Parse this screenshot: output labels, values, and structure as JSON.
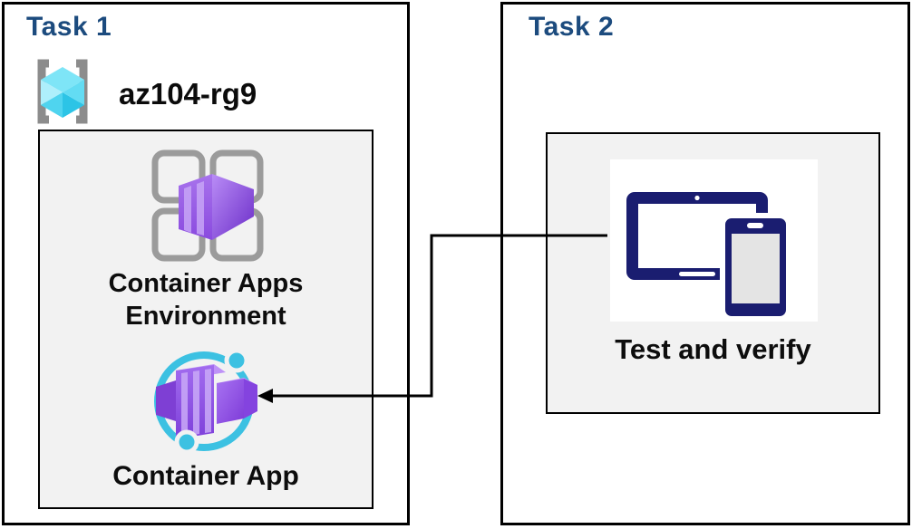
{
  "diagram": {
    "task1": {
      "title": "Task 1",
      "resource_group_name": "az104-rg9",
      "environment_label_line1": "Container Apps",
      "environment_label_line2": "Environment",
      "app_label": "Container App"
    },
    "task2": {
      "title": "Task 2",
      "test_label": "Test and verify"
    },
    "connector": {
      "from": "test-and-verify-devices-icon",
      "to": "container-app-icon",
      "style": "right-angle polyline with left-pointing arrowhead"
    }
  },
  "icons": {
    "resource_group": "azure-resource-group-icon",
    "environment": "container-apps-environment-icon",
    "app": "container-app-icon",
    "test": "tablet-and-phone-devices-icon"
  },
  "colors": {
    "title_blue": "#1C4B7E",
    "label_black": "#0d0d0d",
    "box_border": "#000000",
    "panel_gray": "#F2F2F2",
    "device_navy": "#1A1D70",
    "cyan_accent": "#3CC1E2",
    "purple_main": "#8B4FE0",
    "cube_cyan": "#7EE5F7",
    "bracket_gray": "#8C8C8C"
  }
}
